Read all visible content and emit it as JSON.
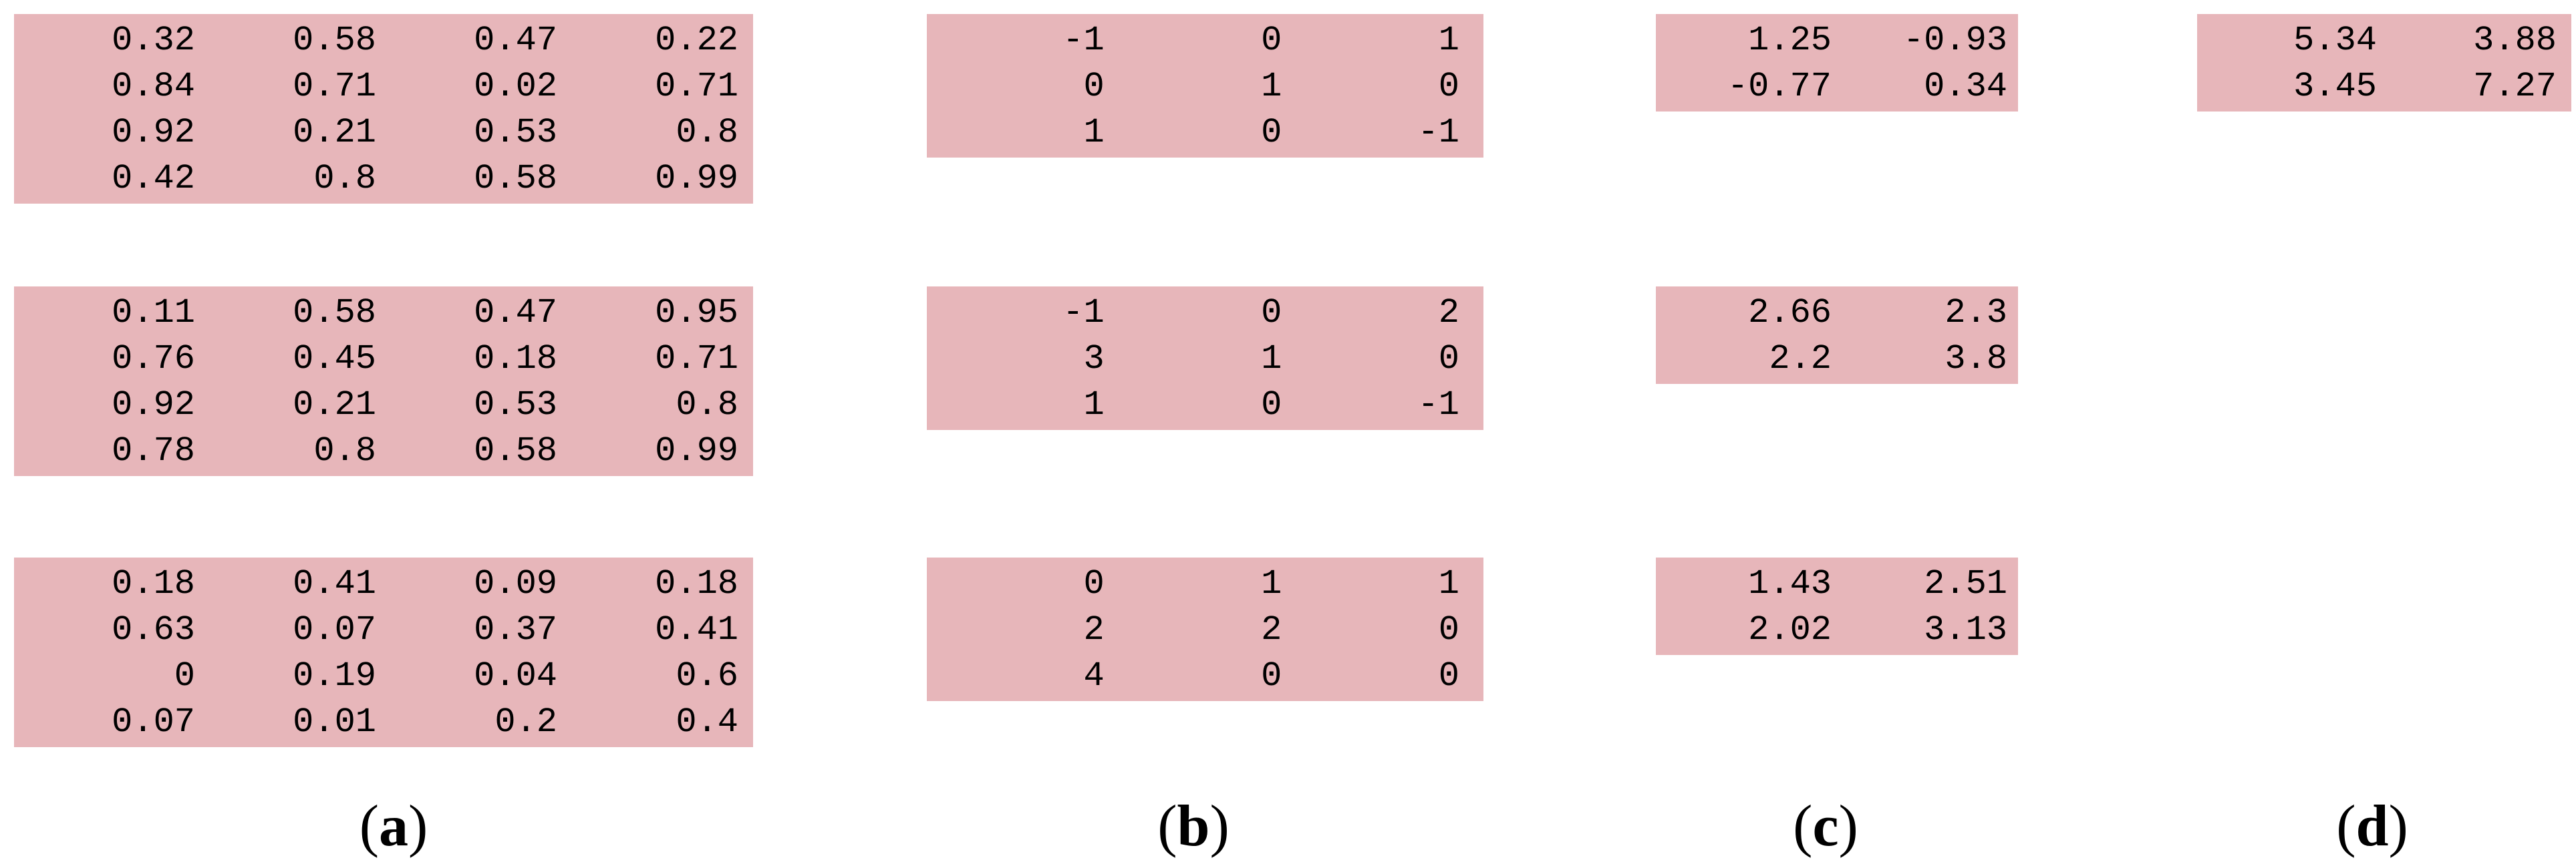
{
  "figure": {
    "colors": {
      "page_background": "#ffffff",
      "matrix_background": "#e7b6ba",
      "text": "#000000"
    },
    "columns": [
      {
        "label": {
          "open": "(",
          "letter": "a",
          "close": ")"
        },
        "matrices": [
          {
            "rows": [
              [
                "0.32",
                "0.58",
                "0.47",
                "0.22"
              ],
              [
                "0.84",
                "0.71",
                "0.02",
                "0.71"
              ],
              [
                "0.92",
                "0.21",
                "0.53",
                "0.8"
              ],
              [
                "0.42",
                "0.8",
                "0.58",
                "0.99"
              ]
            ]
          },
          {
            "rows": [
              [
                "0.11",
                "0.58",
                "0.47",
                "0.95"
              ],
              [
                "0.76",
                "0.45",
                "0.18",
                "0.71"
              ],
              [
                "0.92",
                "0.21",
                "0.53",
                "0.8"
              ],
              [
                "0.78",
                "0.8",
                "0.58",
                "0.99"
              ]
            ]
          },
          {
            "rows": [
              [
                "0.18",
                "0.41",
                "0.09",
                "0.18"
              ],
              [
                "0.63",
                "0.07",
                "0.37",
                "0.41"
              ],
              [
                "0",
                "0.19",
                "0.04",
                "0.6"
              ],
              [
                "0.07",
                "0.01",
                "0.2",
                "0.4"
              ]
            ]
          }
        ]
      },
      {
        "label": {
          "open": "(",
          "letter": "b",
          "close": ")"
        },
        "matrices": [
          {
            "rows": [
              [
                "-1",
                "0",
                "1"
              ],
              [
                "0",
                "1",
                "0"
              ],
              [
                "1",
                "0",
                "-1"
              ]
            ]
          },
          {
            "rows": [
              [
                "-1",
                "0",
                "2"
              ],
              [
                "3",
                "1",
                "0"
              ],
              [
                "1",
                "0",
                "-1"
              ]
            ]
          },
          {
            "rows": [
              [
                "0",
                "1",
                "1"
              ],
              [
                "2",
                "2",
                "0"
              ],
              [
                "4",
                "0",
                "0"
              ]
            ]
          }
        ]
      },
      {
        "label": {
          "open": "(",
          "letter": "c",
          "close": ")"
        },
        "matrices": [
          {
            "rows": [
              [
                "1.25",
                "-0.93"
              ],
              [
                "-0.77",
                "0.34"
              ]
            ]
          },
          {
            "rows": [
              [
                "2.66",
                "2.3"
              ],
              [
                "2.2",
                "3.8"
              ]
            ]
          },
          {
            "rows": [
              [
                "1.43",
                "2.51"
              ],
              [
                "2.02",
                "3.13"
              ]
            ]
          }
        ]
      },
      {
        "label": {
          "open": "(",
          "letter": "d",
          "close": ")"
        },
        "matrices": [
          {
            "rows": [
              [
                "5.34",
                "3.88"
              ],
              [
                "3.45",
                "7.27"
              ]
            ]
          }
        ]
      }
    ]
  }
}
